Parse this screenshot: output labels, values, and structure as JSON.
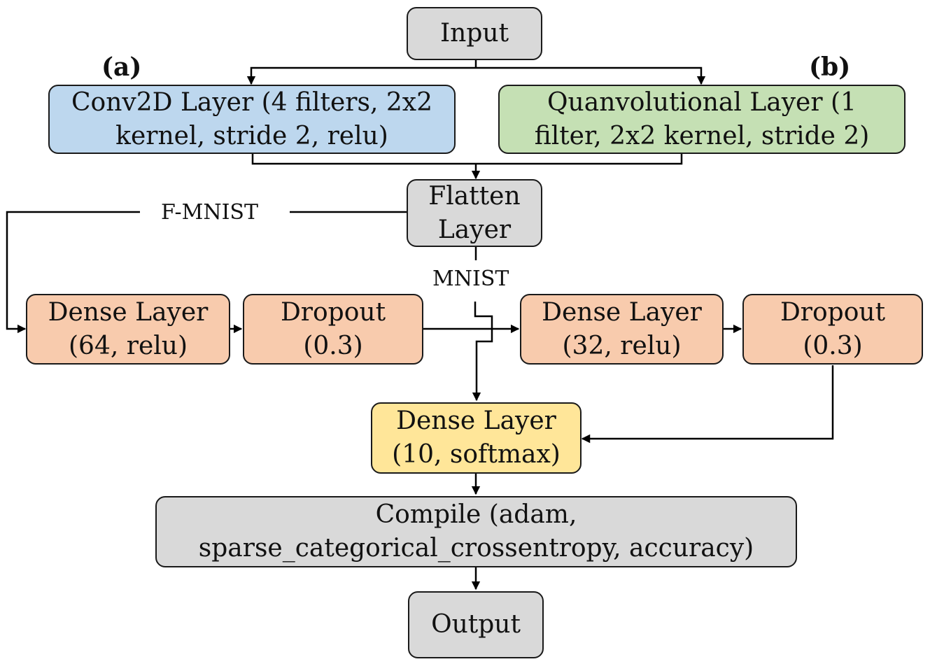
{
  "nodes": {
    "input": {
      "lines": [
        "Input"
      ]
    },
    "conv2d": {
      "lines": [
        "Conv2D Layer (4 filters, 2x2",
        "kernel, stride 2, relu)"
      ]
    },
    "quanv": {
      "lines": [
        "Quanvolutional Layer (1",
        "filter, 2x2 kernel, stride 2)"
      ]
    },
    "flatten": {
      "lines": [
        "Flatten",
        "Layer"
      ]
    },
    "dense64": {
      "lines": [
        "Dense Layer",
        "(64, relu)"
      ]
    },
    "dropout1": {
      "lines": [
        "Dropout",
        "(0.3)"
      ]
    },
    "dense32": {
      "lines": [
        "Dense Layer",
        "(32, relu)"
      ]
    },
    "dropout2": {
      "lines": [
        "Dropout",
        "(0.3)"
      ]
    },
    "dense10": {
      "lines": [
        "Dense Layer",
        "(10, softmax)"
      ]
    },
    "compile": {
      "lines": [
        "Compile (adam,",
        "sparse_categorical_crossentropy, accuracy)"
      ]
    },
    "output": {
      "lines": [
        "Output"
      ]
    }
  },
  "tags": {
    "a": "(a)",
    "b": "(b)"
  },
  "edge_labels": {
    "fmnist": "F-MNIST",
    "mnist": "MNIST"
  }
}
